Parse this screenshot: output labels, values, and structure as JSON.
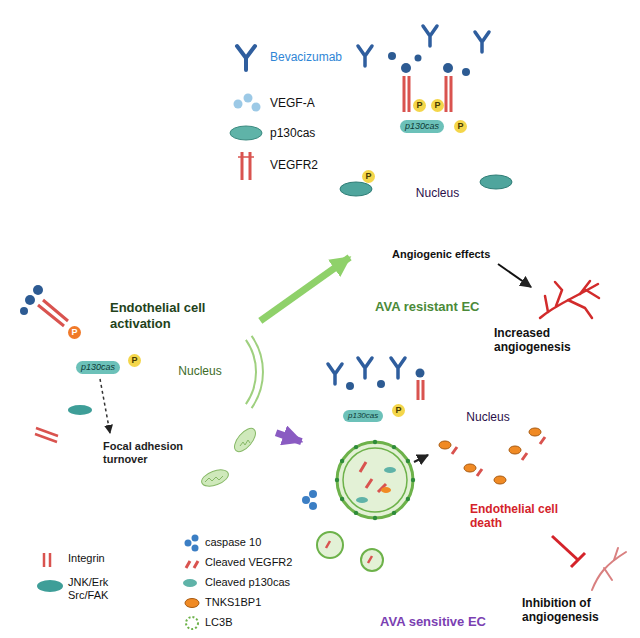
{
  "diagram": {
    "nodes": [
      {
        "text": [
          "Endothelial cell activation"
        ]
      },
      {
        "text": [
          "Nucleus"
        ],
        "in": 0
      },
      {
        "text": [
          "AVA resistant EC"
        ]
      },
      {
        "text": [
          "Nucleus"
        ],
        "in": 2
      },
      {
        "text": [
          "AVA sensitive EC"
        ]
      },
      {
        "text": [
          "Nucleus"
        ],
        "in": 4
      }
    ],
    "edges": [
      {
        "from": 0,
        "to": 2,
        "arrow": "to"
      },
      {
        "from": 0,
        "to": 4,
        "arrow": "to"
      }
    ],
    "labels": [
      "P",
      "P",
      "p130cas",
      "Focal adhesion turnover",
      "P",
      "P",
      "P",
      "p130cas",
      "P",
      "Angiogenic effects",
      "Increased angiogenesis",
      "p130cas",
      "P",
      "Endothelial cell death",
      "Inhibition of angiogenesis"
    ],
    "legend": [
      {
        "text": "Bevacizumab"
      },
      {
        "text": "VEGF-A"
      },
      {
        "text": "p130cas"
      },
      {
        "text": "VEGFR2"
      },
      {
        "text": "Integrin"
      },
      {
        "text": "JNK/Erk Src/FAK"
      },
      {
        "text": "caspase 10"
      },
      {
        "text": "Cleaved VEGFR2"
      },
      {
        "text": "Cleaved p130cas"
      },
      {
        "text": "TNKS1BP1"
      },
      {
        "text": "LC3B"
      }
    ]
  }
}
